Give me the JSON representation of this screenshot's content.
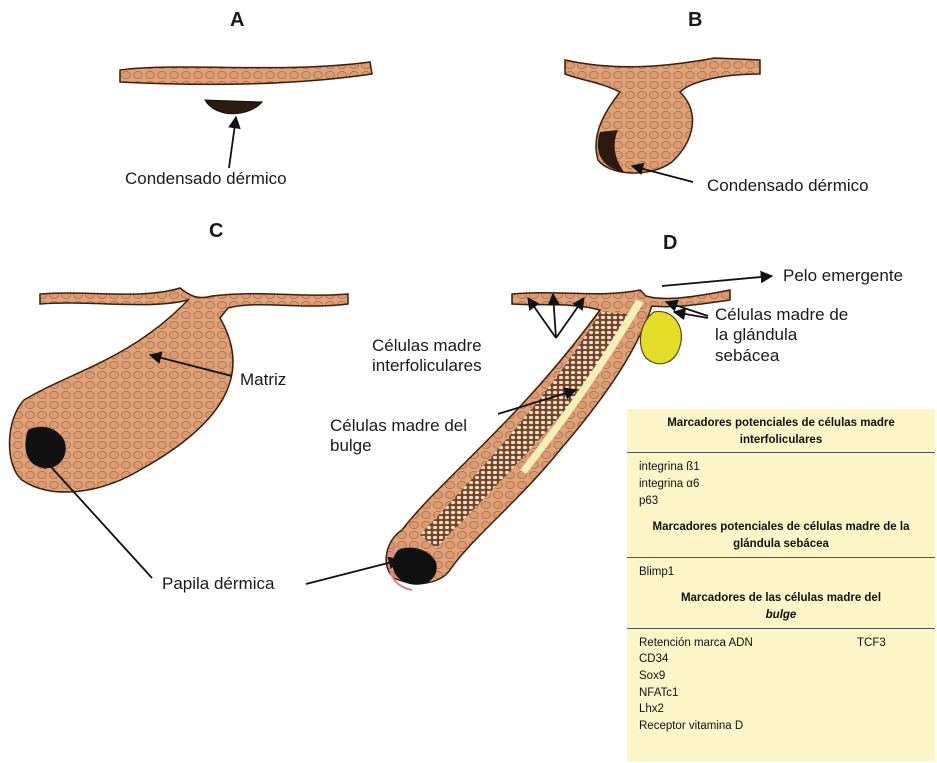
{
  "panels": {
    "a": {
      "letter": "A",
      "labels": [
        "Condensado dérmico"
      ]
    },
    "b": {
      "letter": "B",
      "labels": [
        "Condensado dérmico"
      ]
    },
    "c": {
      "letter": "C",
      "labels": [
        "Matriz",
        "Papila dérmica"
      ]
    },
    "d": {
      "letter": "D",
      "labels": [
        "Pelo emergente",
        "Células madre de\nla glándula\nsebácea",
        "Células madre\ninterfoliculares",
        "Células madre del\nbulge"
      ]
    }
  },
  "colors": {
    "skin_fill": "#e1a27a",
    "skin_outline": "#3a1e0e",
    "dermal_papilla": "#111111",
    "sebaceous_gland": "#e3dd2a",
    "marker_box": "#fbf5c8"
  },
  "marker_box": {
    "sections": [
      {
        "heading": "Marcadores potenciales de células madre interfoliculares",
        "heading_em": "",
        "items": [
          [
            "integrina ß1",
            ""
          ],
          [
            "integrina α6",
            ""
          ],
          [
            "p63",
            ""
          ]
        ]
      },
      {
        "heading": "Marcadores potenciales de células madre de la glándula sebácea",
        "heading_em": "",
        "items": [
          [
            "Blimp1",
            ""
          ]
        ]
      },
      {
        "heading": "Marcadores de las células madre del",
        "heading_em": "bulge",
        "items": [
          [
            "Retención marca ADN",
            "TCF3"
          ],
          [
            "CD34",
            ""
          ],
          [
            "Sox9",
            ""
          ],
          [
            "NFATc1",
            ""
          ],
          [
            "Lhx2",
            ""
          ],
          [
            "Receptor vitamina D",
            ""
          ]
        ]
      }
    ]
  }
}
